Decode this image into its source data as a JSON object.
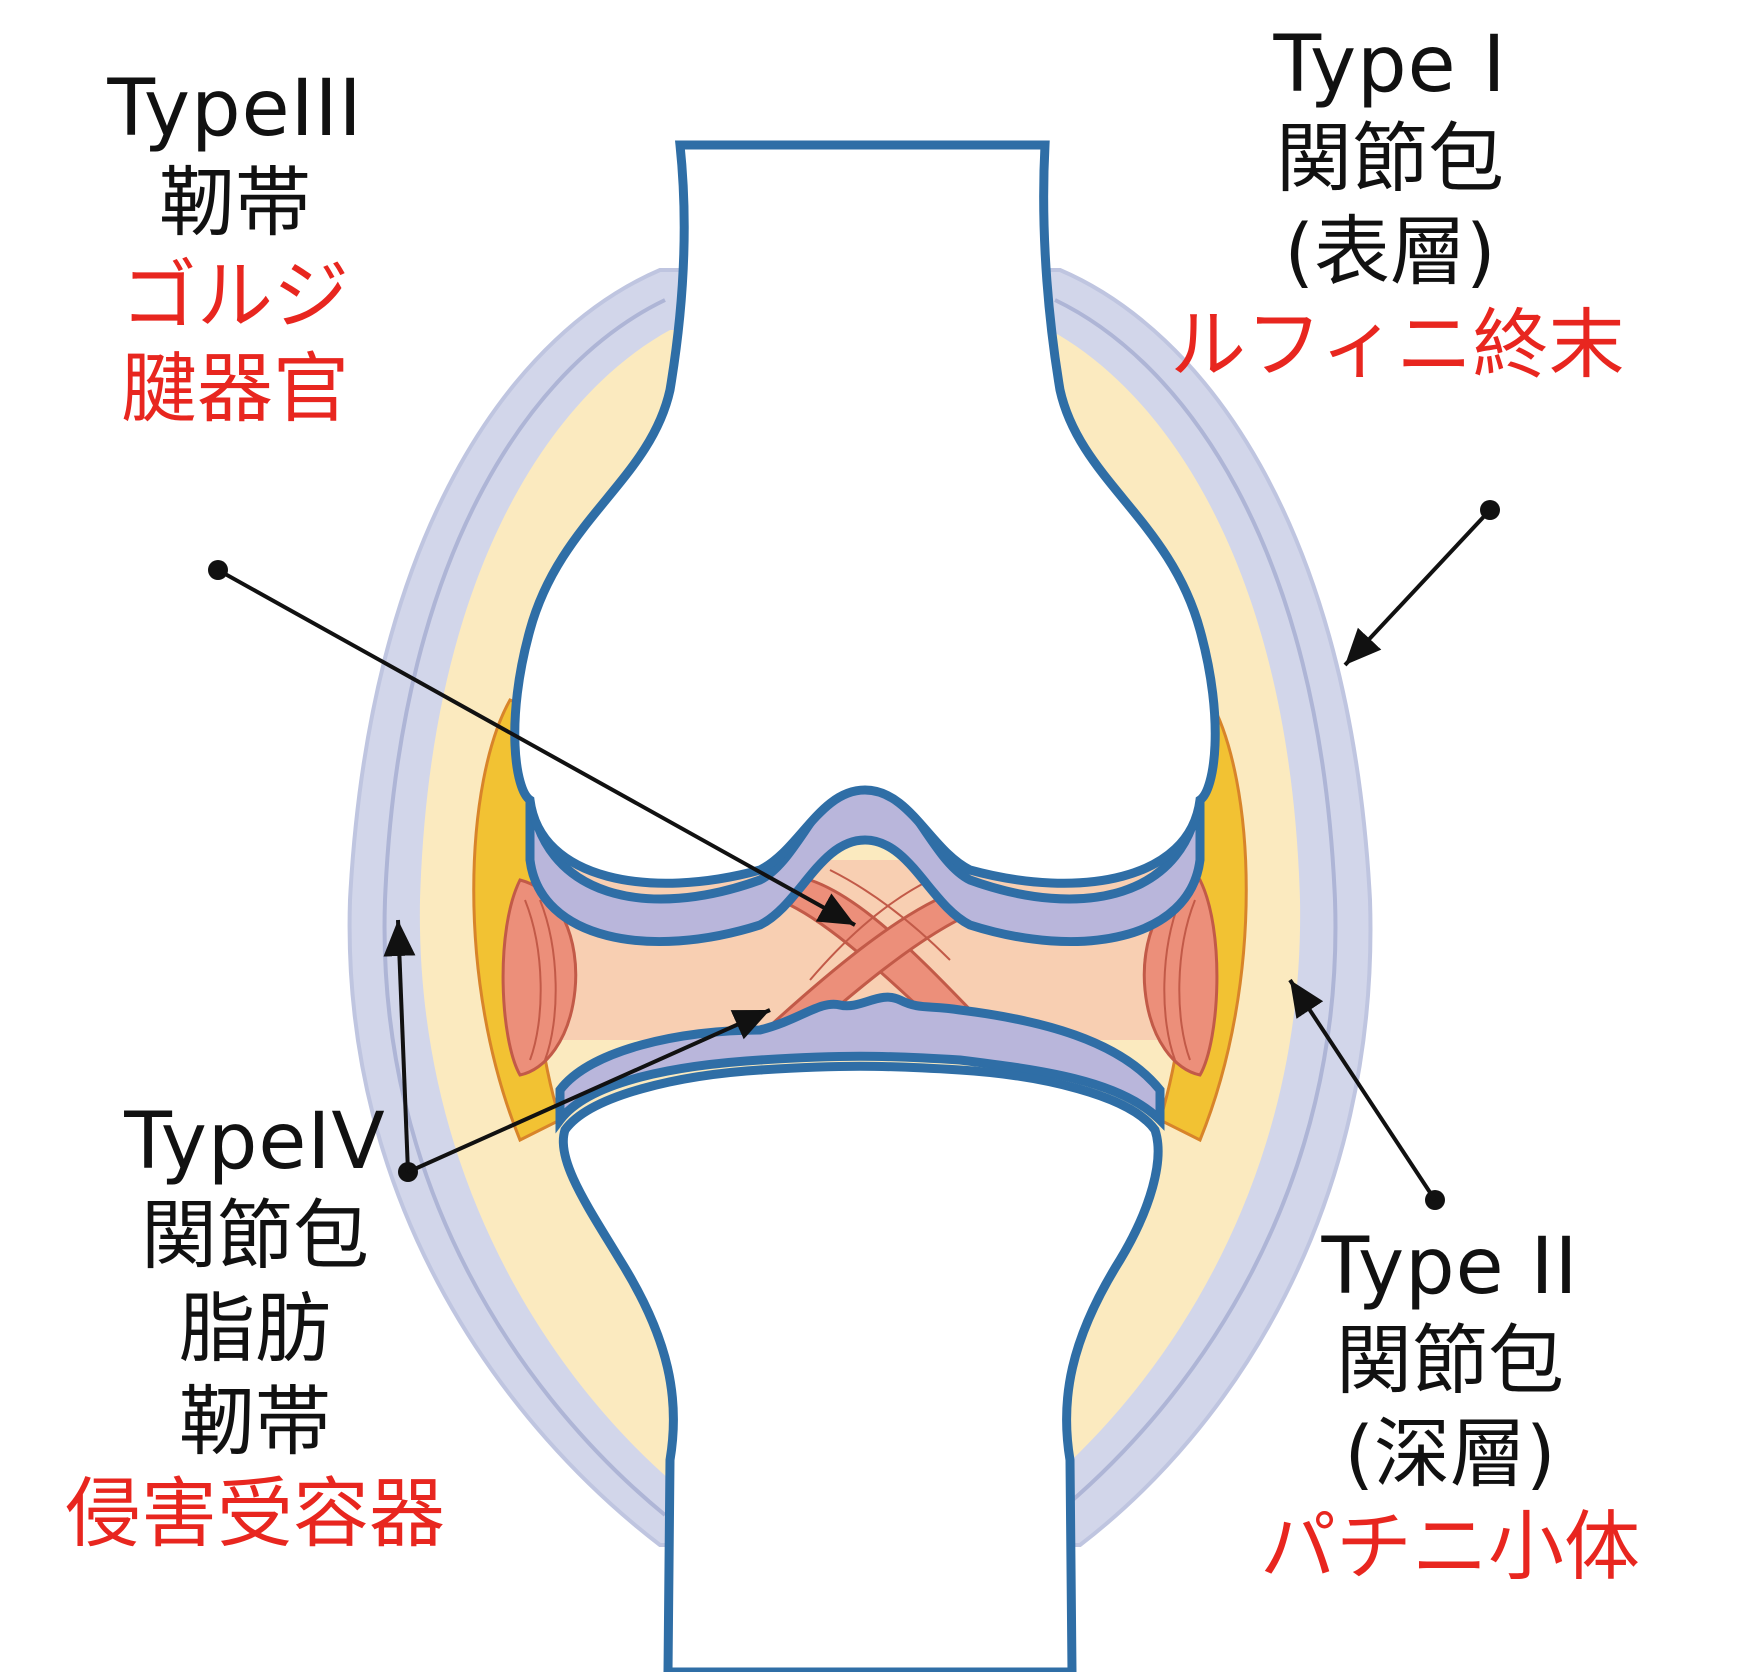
{
  "labels": {
    "type3": {
      "type": "TypeIII",
      "structure": "靭帯",
      "receptor_line1": "ゴルジ",
      "receptor_line2": "腱器官"
    },
    "type1": {
      "type": "Type I",
      "structure": "関節包",
      "layer": "(表層)",
      "receptor": "ルフィニ終末"
    },
    "type4": {
      "type": "TypeIV",
      "structure_line1": "関節包",
      "structure_line2": "脂肪",
      "structure_line3": "靭帯",
      "receptor": "侵害受容器"
    },
    "type2": {
      "type": "Type II",
      "structure": "関節包",
      "layer": "(深層)",
      "receptor": "パチニ小体"
    }
  },
  "colors": {
    "bone_outline": "#2f6ea6",
    "cartilage": "#b9b6db",
    "capsule_outer": "#d2d6ea",
    "synovial_fluid": "#fbeabf",
    "joint_space": "#f8cfb2",
    "ligament": "#ec8f7a",
    "fat_pad": "#f2c233",
    "receptor_text": "#e8261f",
    "label_text": "#111111"
  }
}
